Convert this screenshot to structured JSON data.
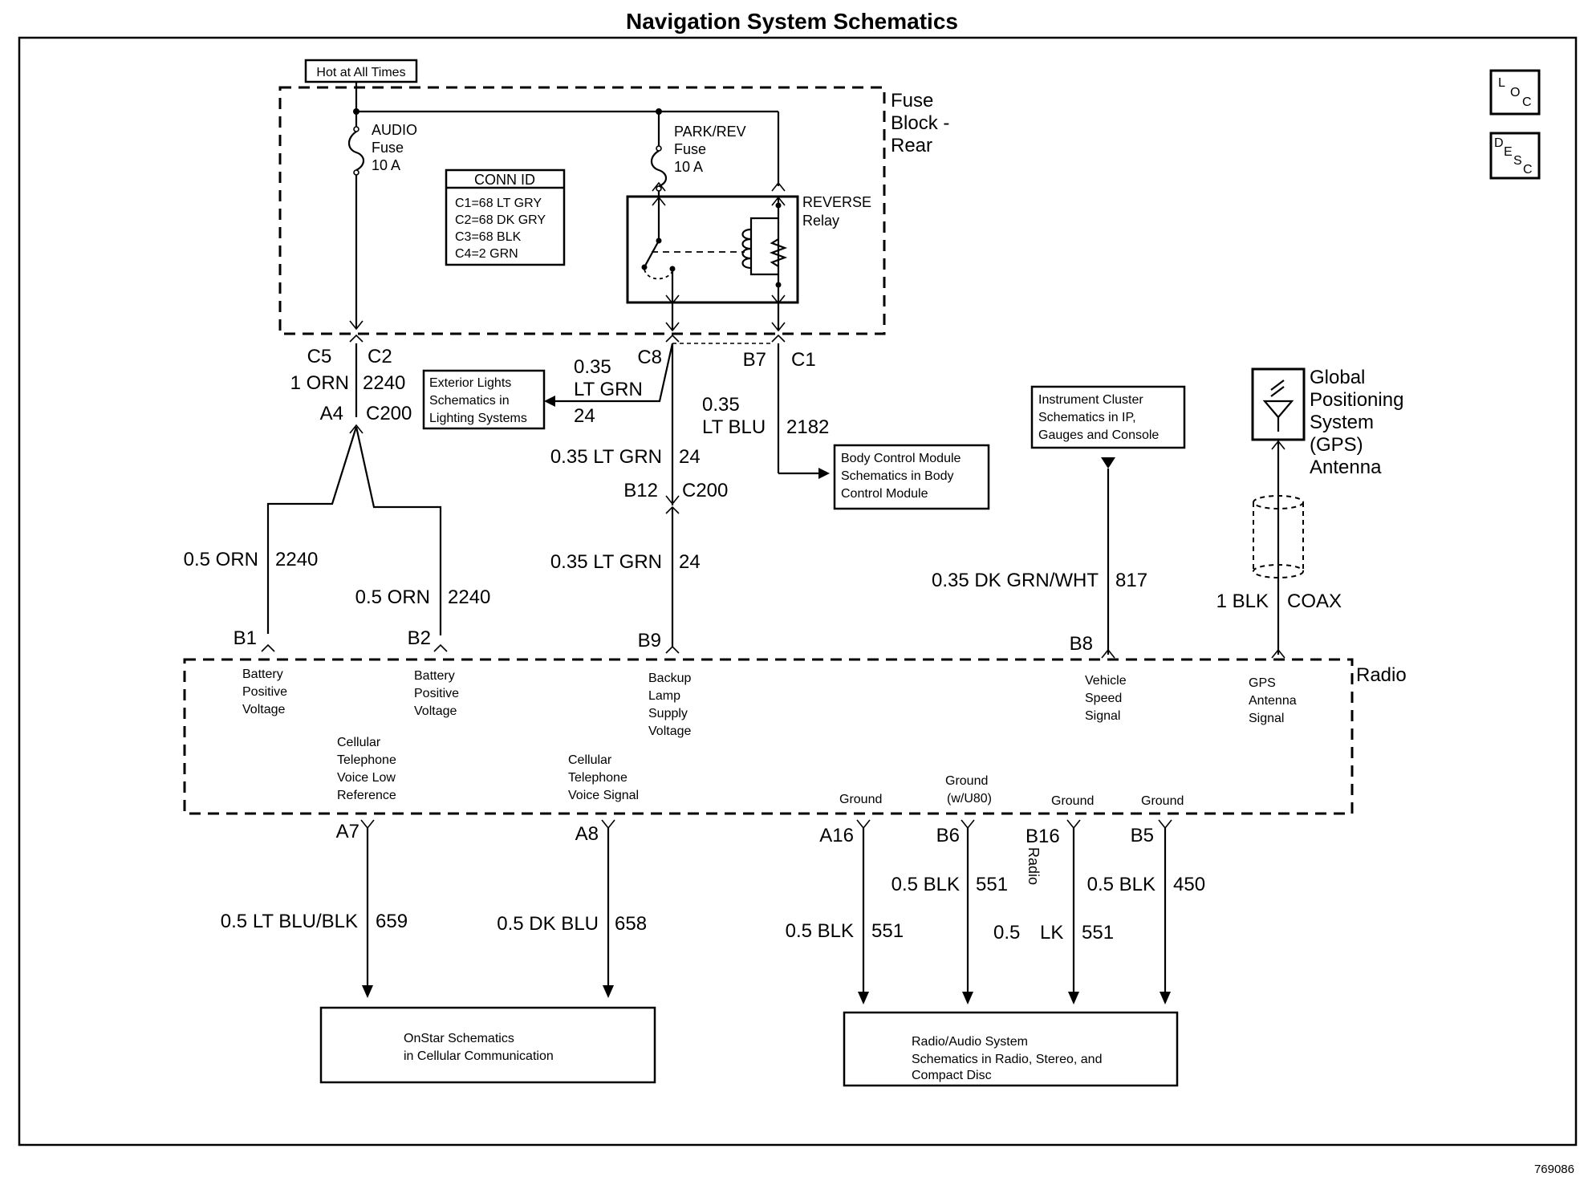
{
  "title": "Navigation System Schematics",
  "figure_number": "769086",
  "icons": {
    "loc": [
      "L",
      "O",
      "C"
    ],
    "desc": [
      "D",
      "E",
      "S",
      "C"
    ]
  },
  "top_label": "Hot at All Times",
  "fuse_block": [
    "Fuse",
    "Block -",
    "Rear"
  ],
  "audio_fuse": [
    "AUDIO",
    "Fuse",
    "10 A"
  ],
  "park_fuse": [
    "PARK/REV",
    "Fuse",
    "10 A"
  ],
  "relay": [
    "REVERSE",
    "Relay"
  ],
  "conn_id": {
    "title": "CONN ID",
    "lines": [
      "C1=68 LT GRY",
      "C2=68 DK GRY",
      "C3=68 BLK",
      "C4=2 GRN"
    ]
  },
  "connectors": {
    "c5": "C5",
    "c2": "C2",
    "a4": "A4",
    "c200a": "C200",
    "c8": "C8",
    "b7": "B7",
    "c1": "C1",
    "b12": "B12",
    "c200b": "C200",
    "b1": "B1",
    "b2": "B2",
    "b9": "B9",
    "b8": "B8",
    "a7": "A7",
    "a8": "A8",
    "a16": "A16",
    "b6": "B6",
    "b16": "B16",
    "b5": "B5"
  },
  "wires": {
    "orn_top": {
      "wire": "1 ORN",
      "circuit": "2240"
    },
    "lt_grn_branch": {
      "wire": [
        "0.35",
        "LT GRN"
      ],
      "circuit": "24"
    },
    "lt_blu": {
      "wire": [
        "0.35",
        "LT BLU"
      ],
      "circuit": "2182"
    },
    "lt_grn_mid": {
      "wire": "0.35 LT GRN",
      "circuit": "24"
    },
    "lt_grn_low": {
      "wire": "0.35 LT GRN",
      "circuit": "24"
    },
    "orn_b1": {
      "wire": "0.5 ORN",
      "circuit": "2240"
    },
    "orn_b2": {
      "wire": "0.5 ORN",
      "circuit": "2240"
    },
    "dk_grn_wht": {
      "wire": "0.35 DK GRN/WHT",
      "circuit": "817"
    },
    "coax": {
      "wire": "1 BLK",
      "circuit": "COAX"
    },
    "a7": {
      "wire": "0.5 LT BLU/BLK",
      "circuit": "659"
    },
    "a8": {
      "wire": "0.5 DK BLU",
      "circuit": "658"
    },
    "a16": {
      "wire": "0.5 BLK",
      "circuit": "551"
    },
    "b6": {
      "wire": "0.5 BLK",
      "circuit": "551"
    },
    "b16": {
      "wire_a": "0.5",
      "wire_b": "LK",
      "circuit": "551"
    },
    "b5": {
      "wire": "0.5 BLK",
      "circuit": "450"
    }
  },
  "b16_vertical": "Radio",
  "refs": {
    "exterior": [
      "Exterior Lights",
      "Schematics in",
      "Lighting Systems"
    ],
    "bcm": [
      "Body Control Module",
      "Schematics in Body",
      "Control Module"
    ],
    "instrument": [
      "Instrument Cluster",
      "Schematics in IP,",
      "Gauges and Console"
    ],
    "onstar": [
      "OnStar Schematics",
      "in Cellular Communication"
    ],
    "radio_audio": [
      "Radio/Audio System",
      "Schematics in Radio, Stereo, and",
      "Compact Disc"
    ]
  },
  "gps_antenna": [
    "Global",
    "Positioning",
    "System",
    "(GPS)",
    "Antenna"
  ],
  "radio_label": "Radio",
  "pins": {
    "b1": [
      "Battery",
      "Positive",
      "Voltage"
    ],
    "b2": [
      "Battery",
      "Positive",
      "Voltage"
    ],
    "b9": [
      "Backup",
      "Lamp",
      "Supply",
      "Voltage"
    ],
    "b8": [
      "Vehicle",
      "Speed",
      "Signal"
    ],
    "gps": [
      "GPS",
      "Antenna",
      "Signal"
    ],
    "a7": [
      "Cellular",
      "Telephone",
      "Voice Low",
      "Reference"
    ],
    "a8": [
      "Cellular",
      "Telephone",
      "Voice Signal"
    ],
    "a16": [
      "Ground"
    ],
    "b6": [
      "Ground",
      "(w/U80)"
    ],
    "b16": [
      "Ground"
    ],
    "b5": [
      "Ground"
    ]
  }
}
